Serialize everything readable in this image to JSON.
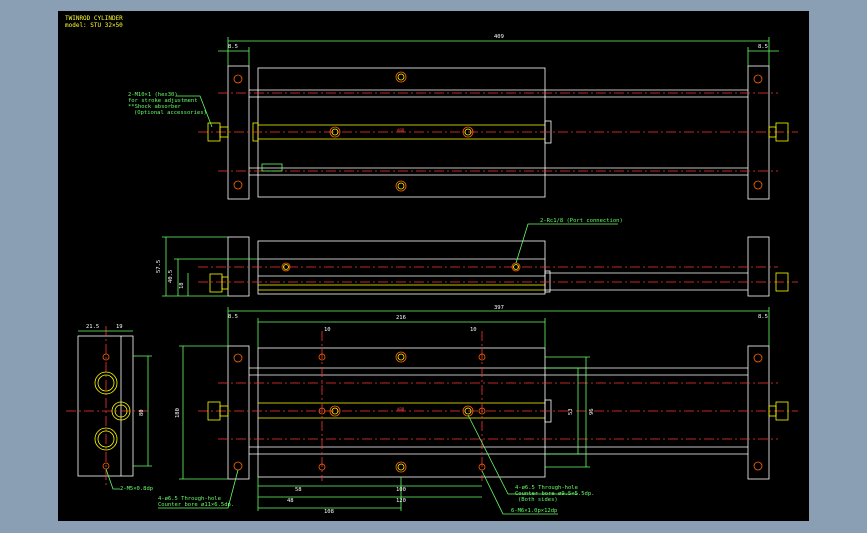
{
  "title": {
    "line1": "TWINROD CYLINDER",
    "line2": "model: STU 32×50"
  },
  "callouts": {
    "stroke_adj_1": "2-M10×1 (hex30)",
    "stroke_adj_2": "for stroke adjustment",
    "stroke_adj_3": "**Shock absorber",
    "stroke_adj_4": "(Optional accessories)",
    "port": "2-Rc1/8 (Port connection)",
    "m5": "2-M5×0.8dp",
    "thru_left_1": "4-ø6.5 Through-hole",
    "thru_left_2": "Counter bore ø11×6.5dp.",
    "thru_right_1": "4-ø6.5 Through-hole",
    "thru_right_2": "Counter bore ø9.5×5.5dp.",
    "thru_right_3": "(Both sides)",
    "m6": "6-M6×1.0p×12dp"
  },
  "dims": {
    "top_total": "409",
    "top_left": "8.5",
    "top_right": "8.5",
    "side_h1": "57.5",
    "side_h2": "40.5",
    "side_h3": "18",
    "bottom_total": "397",
    "bottom_left": "8.5",
    "bottom_right": "8.5",
    "stroke_216": "216",
    "d10a": "10",
    "d10b": "10",
    "d58": "58",
    "d100": "100",
    "d48": "48",
    "d120": "120",
    "d108": "108",
    "d180": "180",
    "d53": "53",
    "d96": "96",
    "end_215": "21.5",
    "end_19": "19",
    "end_80": "80"
  },
  "center_marks": {
    "top": "АВВ",
    "bottom": "АВВ"
  }
}
